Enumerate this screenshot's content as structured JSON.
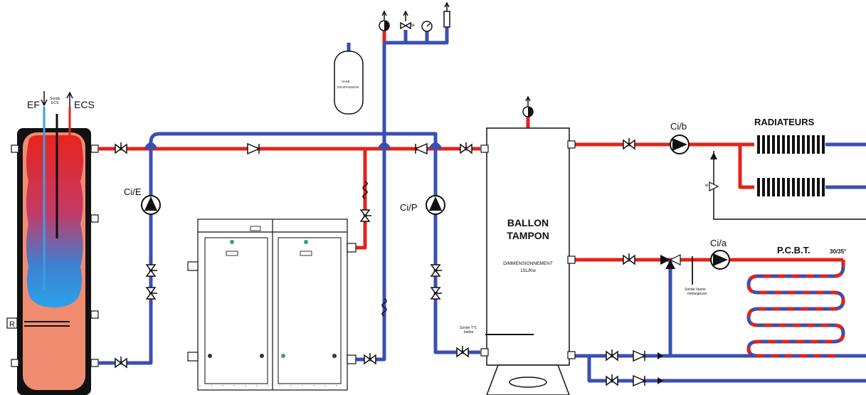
{
  "labels": {
    "ef": "EF",
    "ecs": "ECS",
    "sonde_ecs": [
      "Sonde",
      "ECS"
    ],
    "r": "R",
    "vase": [
      "VASE",
      "D'EXPANSION"
    ],
    "pump_e": "Ci/E",
    "pump_p": "Ci/P",
    "pump_b": "Ci/b",
    "pump_a": "Ci/a",
    "ballon": [
      "BALLON",
      "TAMPON"
    ],
    "dimension": [
      "DIMMENSIONNEMENT",
      "15L/Kw"
    ],
    "sonde_ballon": [
      "Sonde T°C",
      "ballon"
    ],
    "radiateurs": "RADIATEURS",
    "pcbt": "P.C.B.T.",
    "pcbt_temp": "30/35°",
    "sonde_vanne": [
      "Sonde Vanne",
      "mélangeuse"
    ],
    "valve_small": "3b"
  },
  "colors": {
    "hot": "#e2231a",
    "cold": "#3a4fb3",
    "tank_outline": "#111111"
  }
}
